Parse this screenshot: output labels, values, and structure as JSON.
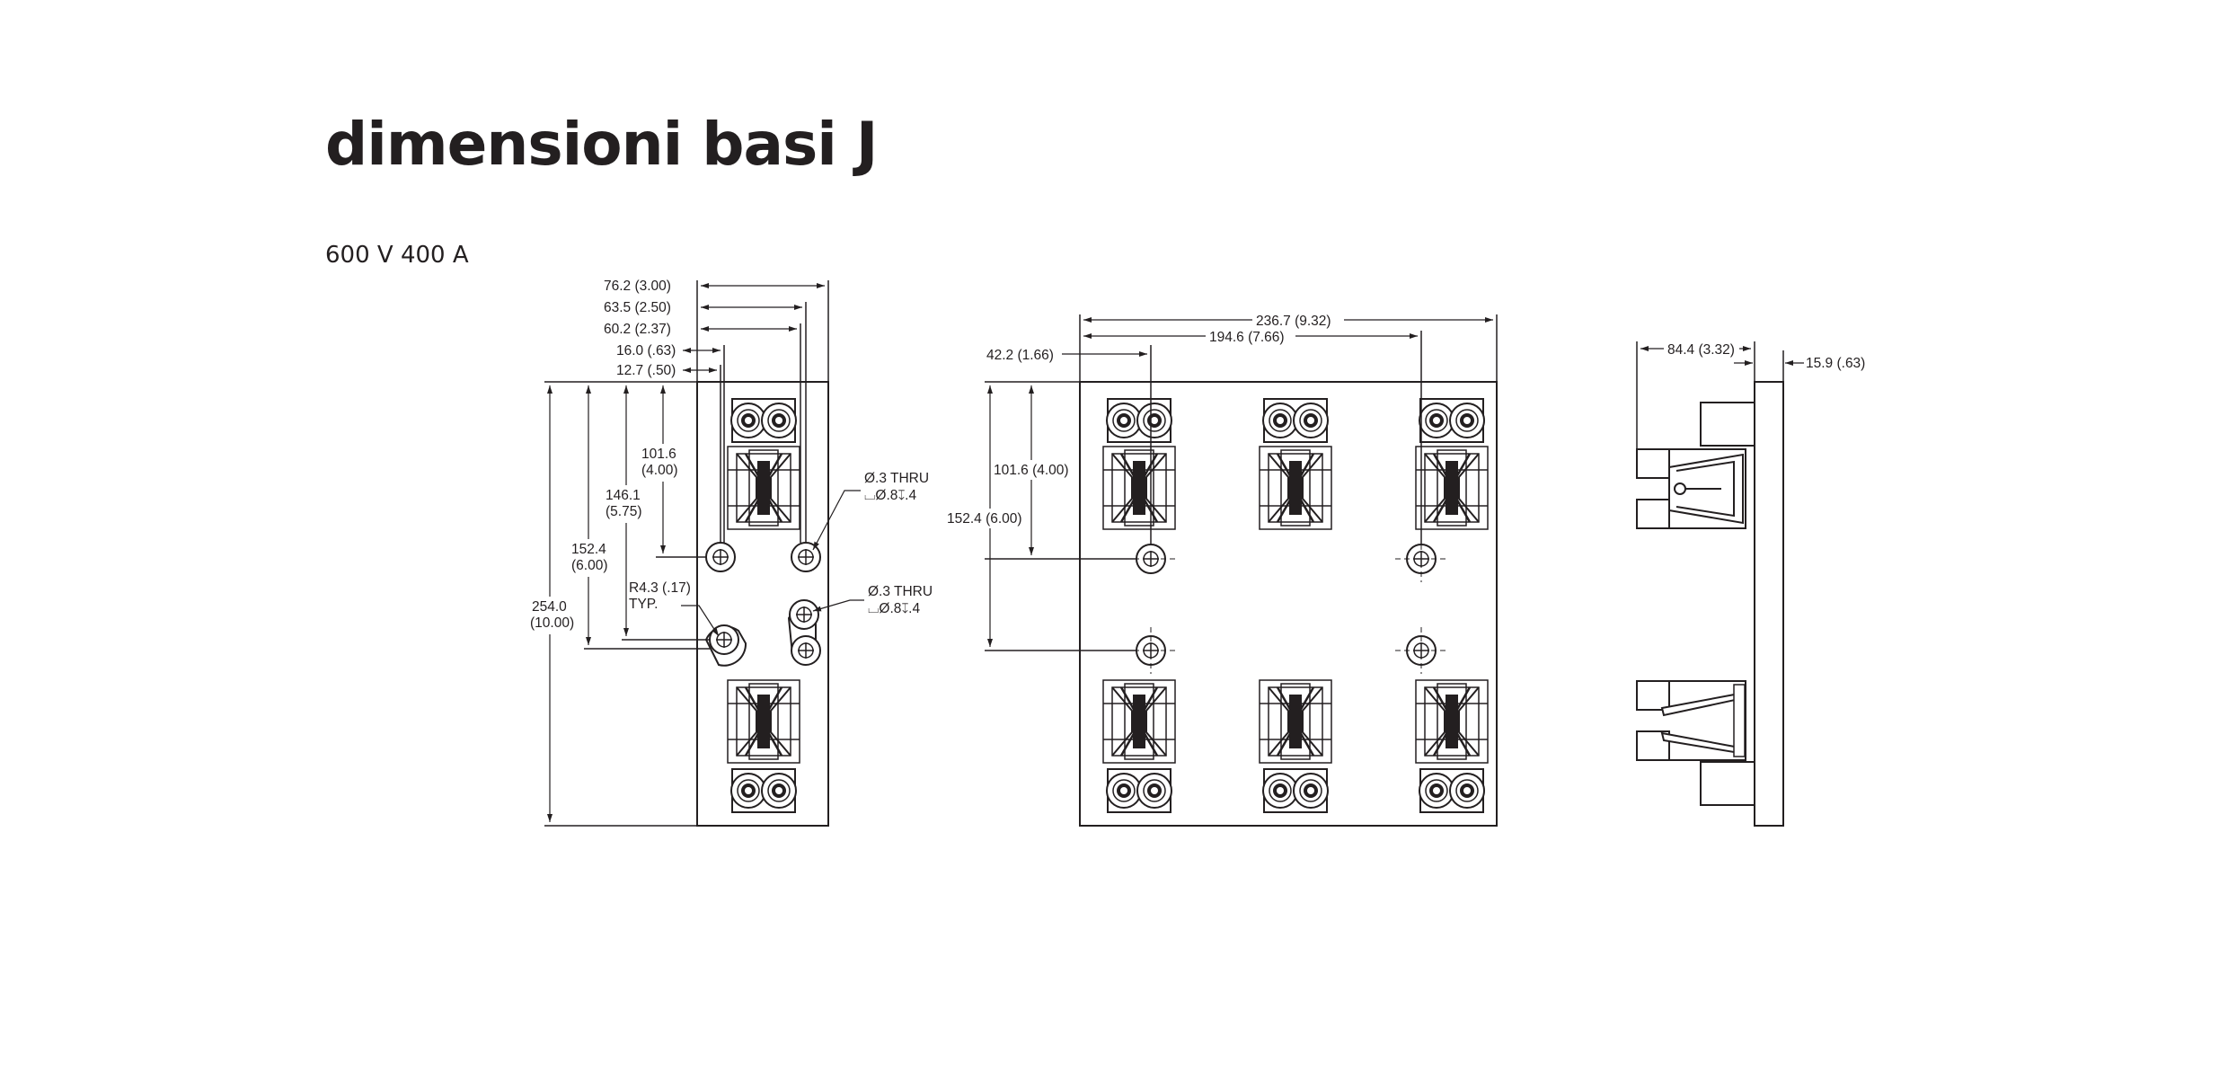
{
  "title": "dimensioni basi J",
  "subtitle": "600 V 400 A",
  "views": {
    "front_single": {
      "top_dims": [
        "76.2 (3.00)",
        "63.5 (2.50)",
        "60.2 (2.37)",
        "16.0 (.63)",
        "12.7 (.50)"
      ],
      "left_dims": [
        {
          "value": "101.6",
          "inch": "(4.00)"
        },
        {
          "value": "146.1",
          "inch": "(5.75)"
        },
        {
          "value": "152.4",
          "inch": "(6.00)"
        },
        {
          "value": "254.0",
          "inch": "(10.00)"
        }
      ],
      "radius_note": {
        "line1": "R4.3 (.17)",
        "line2": "TYP."
      },
      "hole_note_1": {
        "line1": "Ø.3 THRU",
        "line2": "⌴Ø.8↧.4"
      },
      "hole_note_2": {
        "line1": "Ø.3 THRU",
        "line2": "⌴Ø.8↧.4"
      }
    },
    "front_triple": {
      "top_dims": [
        "236.7 (9.32)",
        "194.6 (7.66)",
        "42.2 (1.66)"
      ],
      "left_dims": [
        "101.6 (4.00)",
        "152.4 (6.00)"
      ]
    },
    "side": {
      "top_dims": [
        "84.4 (3.32)",
        "15.9 (.63)"
      ]
    }
  },
  "colors": {
    "ink": "#231f20",
    "background": "#ffffff"
  }
}
